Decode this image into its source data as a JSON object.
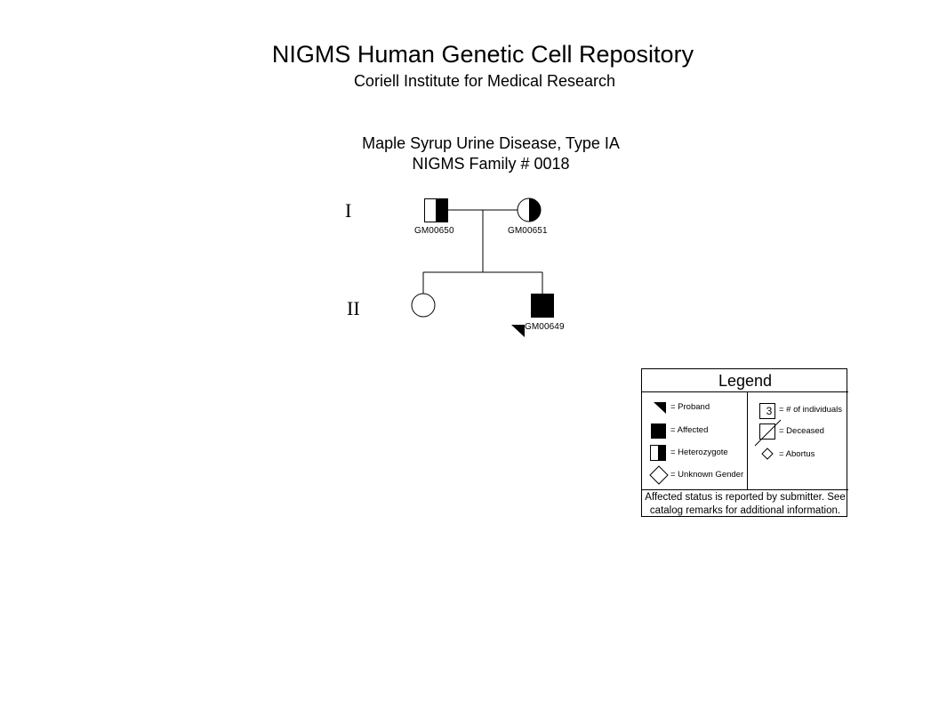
{
  "header": {
    "title": "NIGMS Human Genetic Cell Repository",
    "subtitle": "Coriell Institute for Medical Research"
  },
  "diagram": {
    "disease": "Maple Syrup Urine Disease, Type IA",
    "family": "NIGMS Family # 0018",
    "generations": [
      "I",
      "II"
    ],
    "individuals": [
      {
        "id": "GM00650",
        "sex": "male",
        "status": "heterozygote",
        "generation": "I"
      },
      {
        "id": "GM00651",
        "sex": "female",
        "status": "heterozygote",
        "generation": "I"
      },
      {
        "id": "",
        "sex": "female",
        "status": "unaffected",
        "generation": "II"
      },
      {
        "id": "GM00649",
        "sex": "male",
        "status": "affected",
        "proband": true,
        "generation": "II"
      }
    ]
  },
  "legend": {
    "title": "Legend",
    "proband": "= Proband",
    "affected": "= Affected",
    "heterozygote": "= Heterozygote",
    "unknown_gender": "= Unknown Gender",
    "count_number": "3",
    "count": "= # of individuals",
    "deceased": "= Deceased",
    "abortus": "= Abortus",
    "footnote": "Affected status is reported by submitter. See catalog remarks for additional information."
  }
}
